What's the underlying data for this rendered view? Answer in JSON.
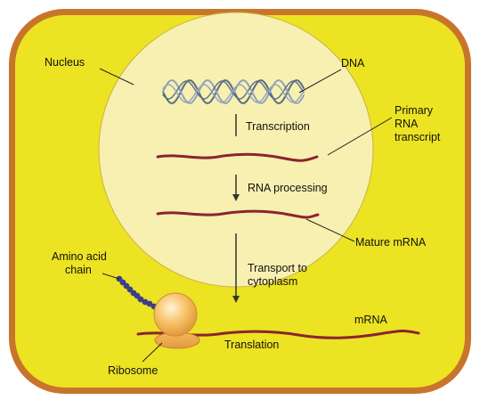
{
  "labels": {
    "nucleus": "Nucleus",
    "dna": "DNA",
    "transcription": "Transcription",
    "primary_rna_line1": "Primary",
    "primary_rna_line2": "RNA",
    "primary_rna_line3": "transcript",
    "rna_processing": "RNA processing",
    "mature_mrna": "Mature mRNA",
    "transport_line1": "Transport to",
    "transport_line2": "cytoplasm",
    "amino_acid_line1": "Amino acid",
    "amino_acid_line2": "chain",
    "mrna": "mRNA",
    "translation": "Translation",
    "ribosome": "Ribosome"
  },
  "colors": {
    "cell_border": "#c8752c",
    "cytoplasm": "#ece322",
    "nucleus_fill": "#f8f0b0",
    "rna_strand": "#8b2334",
    "dna_strand": "#5a6e86",
    "amino_acid_bead": "#3a3f8c",
    "ribosome": "#f7c168"
  }
}
